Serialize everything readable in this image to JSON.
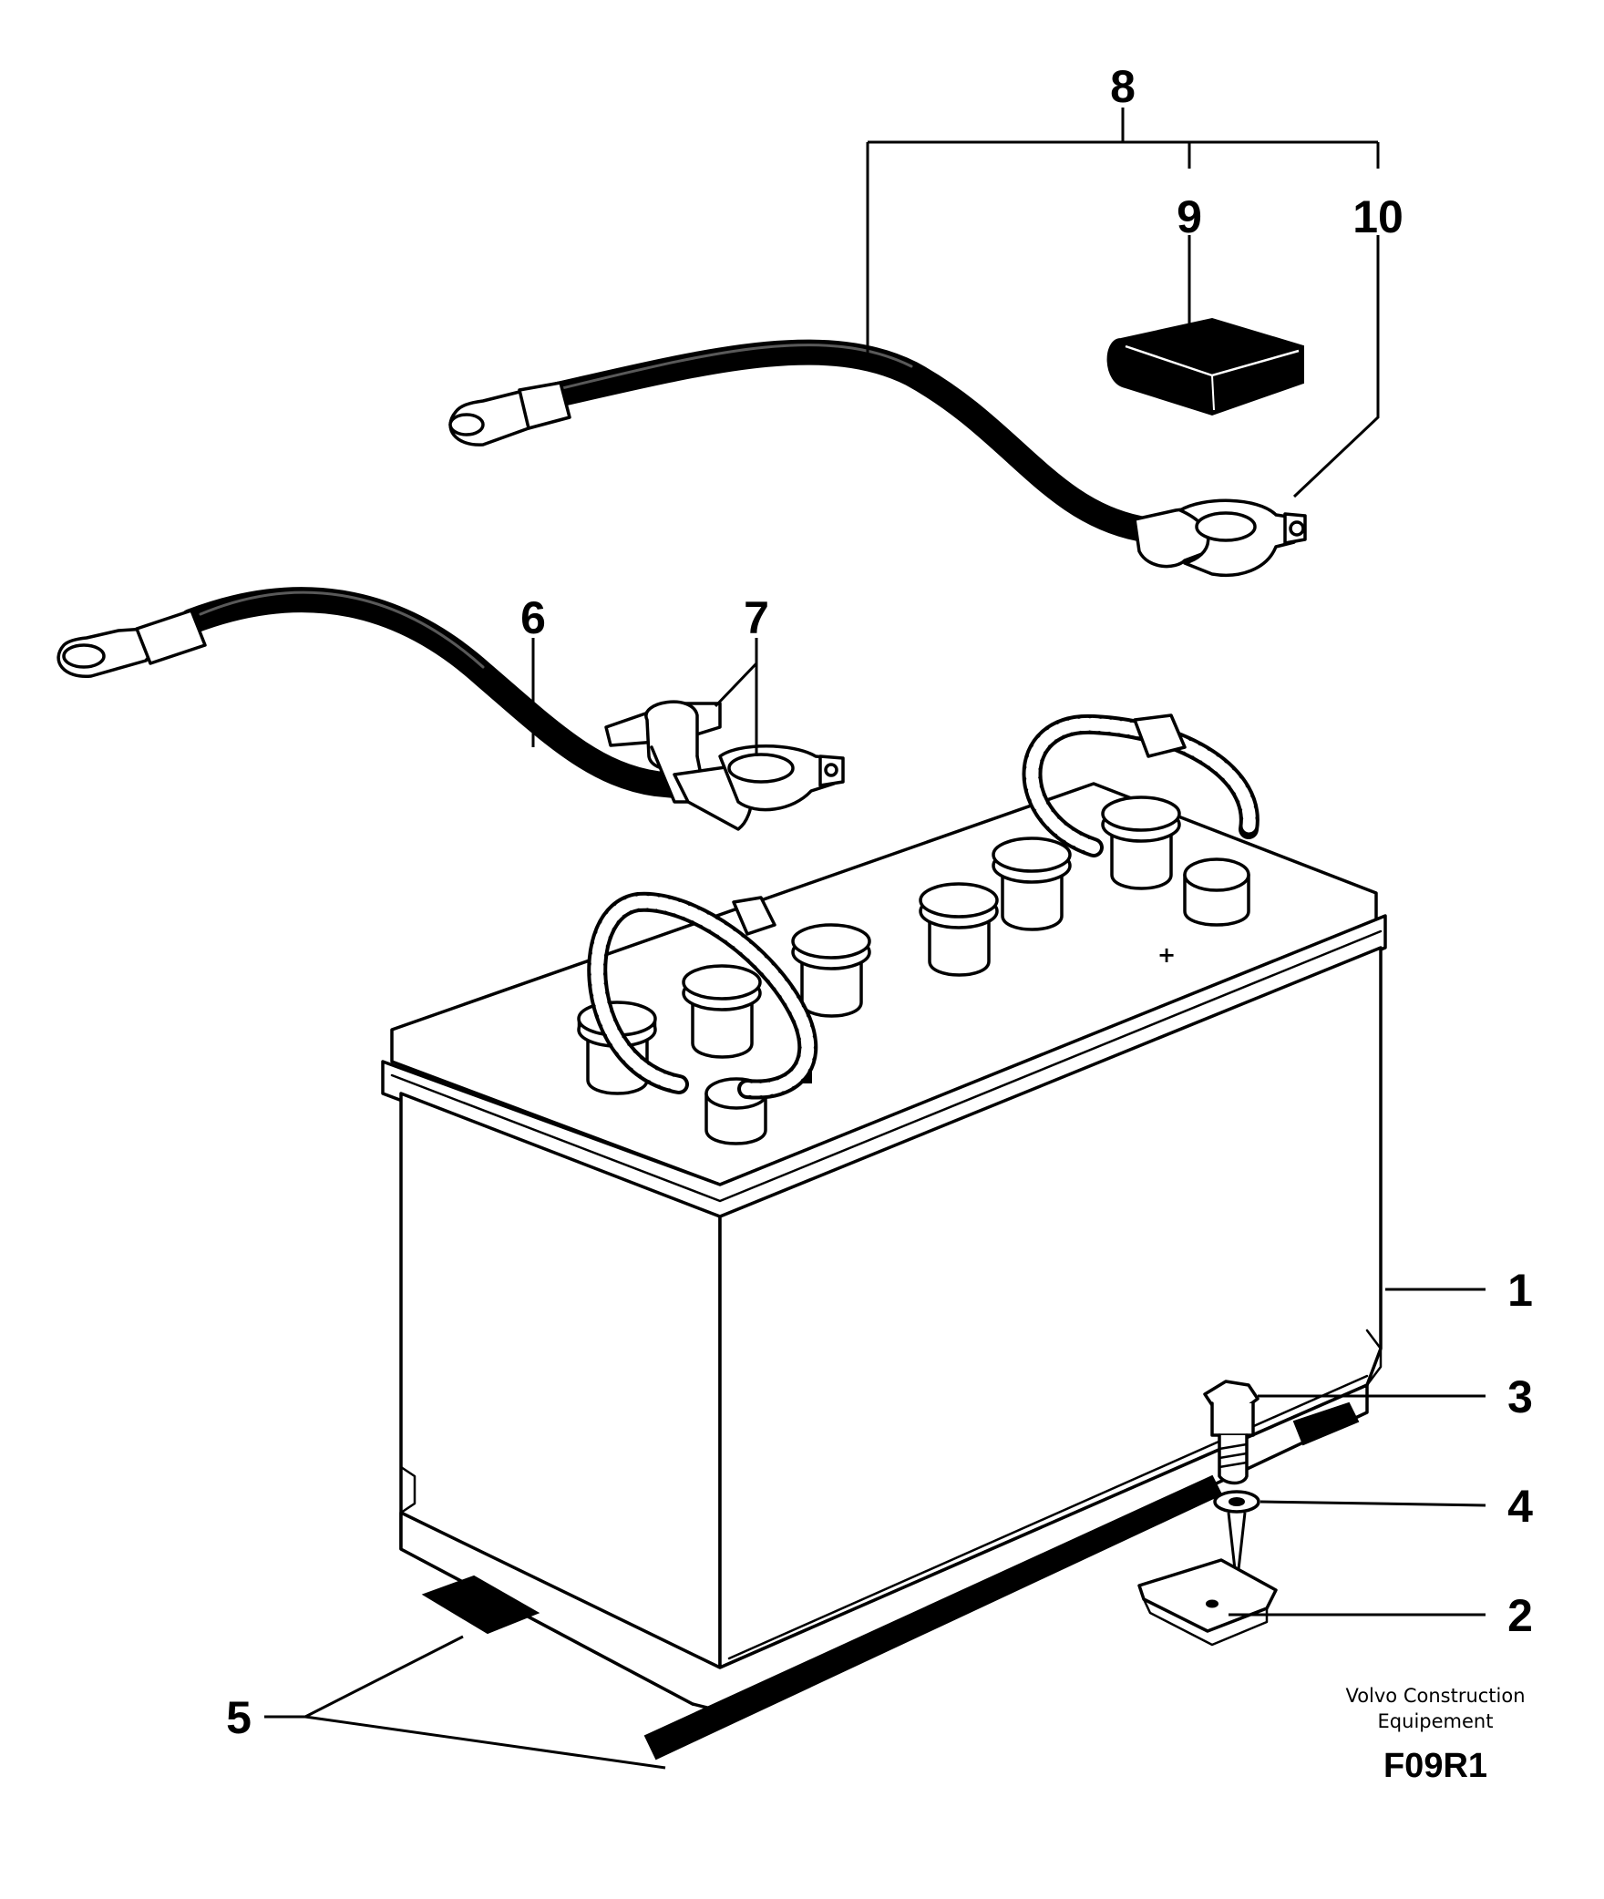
{
  "callouts": [
    {
      "id": "1",
      "label": "1"
    },
    {
      "id": "2",
      "label": "2"
    },
    {
      "id": "3",
      "label": "3"
    },
    {
      "id": "4",
      "label": "4"
    },
    {
      "id": "5",
      "label": "5"
    },
    {
      "id": "6",
      "label": "6"
    },
    {
      "id": "7",
      "label": "7"
    },
    {
      "id": "8",
      "label": "8"
    },
    {
      "id": "9",
      "label": "9"
    },
    {
      "id": "10",
      "label": "10"
    }
  ],
  "credit": {
    "line1": "Volvo Construction",
    "line2": "Equipement"
  },
  "figure_code": "F09R1"
}
